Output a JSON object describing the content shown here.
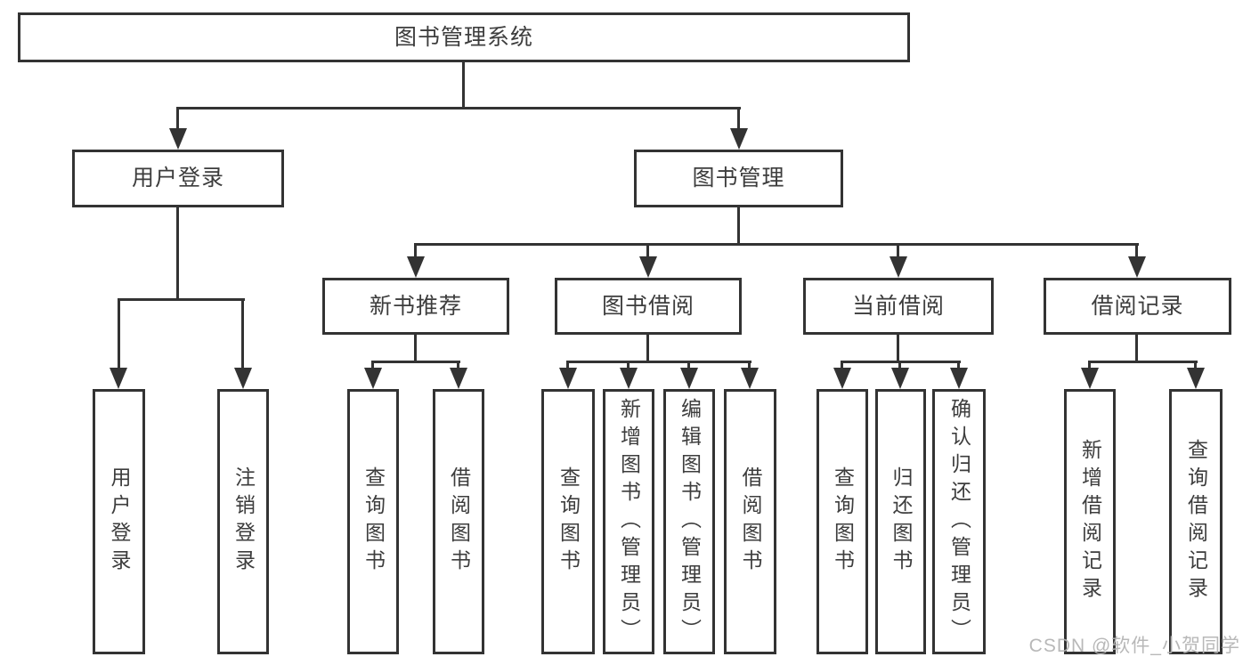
{
  "diagram": {
    "type": "hierarchy-tree",
    "root": {
      "label": "图书管理系统",
      "children": [
        {
          "label": "用户登录",
          "children": [
            {
              "label": "用户登录"
            },
            {
              "label": "注销登录"
            }
          ]
        },
        {
          "label": "图书管理",
          "children": [
            {
              "label": "新书推荐",
              "children": [
                {
                  "label": "查询图书"
                },
                {
                  "label": "借阅图书"
                }
              ]
            },
            {
              "label": "图书借阅",
              "children": [
                {
                  "label": "查询图书"
                },
                {
                  "label": "新增图书（管理员）"
                },
                {
                  "label": "编辑图书（管理员）"
                },
                {
                  "label": "借阅图书"
                }
              ]
            },
            {
              "label": "当前借阅",
              "children": [
                {
                  "label": "查询图书"
                },
                {
                  "label": "归还图书"
                },
                {
                  "label": "确认归还（管理员）"
                }
              ]
            },
            {
              "label": "借阅记录",
              "children": [
                {
                  "label": "新增借阅记录"
                },
                {
                  "label": "查询借阅记录"
                }
              ]
            }
          ]
        }
      ]
    },
    "watermark": "CSDN @软件_小贺同学",
    "colors": {
      "line": "#333333",
      "box_border": "#333333",
      "box_fill": "#ffffff",
      "text": "#3d3d3d",
      "watermark": "#b2b2b2",
      "background": "#ffffff"
    }
  }
}
